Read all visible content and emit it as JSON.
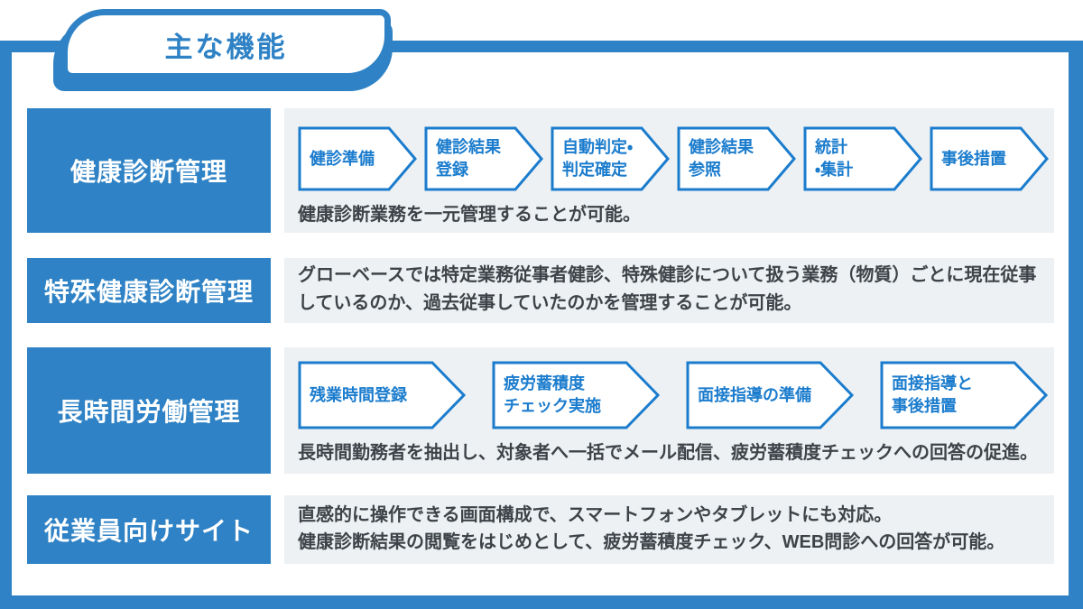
{
  "page": {
    "badge_label": "主な機能"
  },
  "colors": {
    "brand_blue": "#2e82c5",
    "arrow_blue": "#1b7ccd",
    "panel_bg": "#edf1f3",
    "text_dark": "#3d4348",
    "white": "#ffffff"
  },
  "rows": [
    {
      "label": "健康診断管理",
      "steps": [
        {
          "line1": "健診準備"
        },
        {
          "line1": "健診結果",
          "line2": "登録"
        },
        {
          "line1": "自動判定・",
          "line2": "判定確定"
        },
        {
          "line1": "健診結果",
          "line2": "参照"
        },
        {
          "line1": "統計",
          "line2": "・集計"
        },
        {
          "line1": "事後措置"
        }
      ],
      "caption": "健康診断業務を一元管理することが可能。"
    },
    {
      "label": "特殊健康診断管理",
      "text": "グローベースでは特定業務従事者健診、特殊健診について扱う業務（物質）ごとに現在従事しているのか、過去従事していたのかを管理することが可能。"
    },
    {
      "label": "長時間労働管理",
      "steps": [
        {
          "line1": "残業時間登録"
        },
        {
          "line1": "疲労蓄積度",
          "line2": "チェック実施"
        },
        {
          "line1": "面接指導の準備"
        },
        {
          "line1": "面接指導と",
          "line2": "事後措置"
        }
      ],
      "caption": "長時間勤務者を抽出し、対象者へ一括でメール配信、疲労蓄積度チェックへの回答の促進。"
    },
    {
      "label": "従業員向けサイト",
      "text_lines": [
        "直感的に操作できる画面構成で、スマートフォンやタブレットにも対応。",
        "健康診断結果の閲覧をはじめとして、疲労蓄積度チェック、WEB問診への回答が可能。"
      ]
    }
  ]
}
